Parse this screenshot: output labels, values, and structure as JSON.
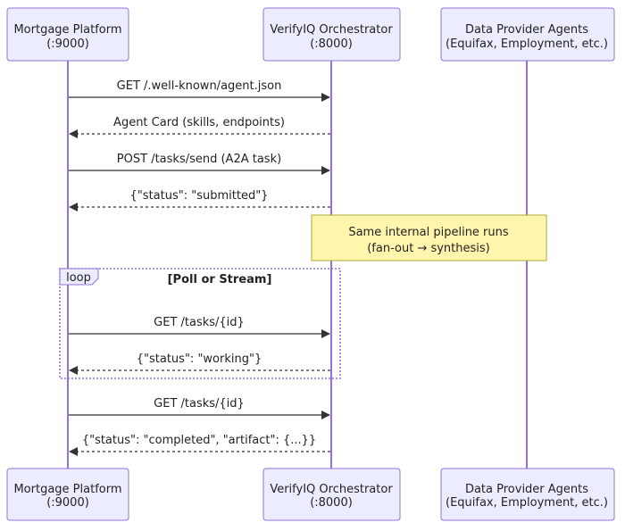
{
  "actors": [
    {
      "name": "Mortgage Platform",
      "detail": "(:9000)"
    },
    {
      "name": "VerifyIQ Orchestrator",
      "detail": "(:8000)"
    },
    {
      "name": "Data Provider Agents",
      "detail": "(Equifax, Employment, etc.)"
    }
  ],
  "messages": [
    {
      "label": "GET /.well-known/agent.json",
      "style": "solid",
      "direction": "to-orchestrator"
    },
    {
      "label": "Agent Card (skills, endpoints)",
      "style": "dashed",
      "direction": "to-platform"
    },
    {
      "label": "POST /tasks/send (A2A task)",
      "style": "solid",
      "direction": "to-orchestrator"
    },
    {
      "label": "{\"status\": \"submitted\"}",
      "style": "dashed",
      "direction": "to-platform"
    },
    {
      "label": "GET /tasks/{id}",
      "style": "solid",
      "direction": "to-orchestrator"
    },
    {
      "label": "{\"status\": \"working\"}",
      "style": "dashed",
      "direction": "to-platform"
    },
    {
      "label": "GET /tasks/{id}",
      "style": "solid",
      "direction": "to-orchestrator"
    },
    {
      "label": "{\"status\": \"completed\", \"artifact\": {...}}",
      "style": "dashed",
      "direction": "to-platform"
    }
  ],
  "note": {
    "line1": "Same internal pipeline runs",
    "line2": "(fan-out → synthesis)"
  },
  "loop": {
    "tag": "loop",
    "title": "[Poll or Stream]"
  },
  "colors": {
    "actor_fill": "#ECECFF",
    "actor_border": "#9370DB",
    "note_fill": "#FFF5AD",
    "note_border": "#AAAA33"
  }
}
